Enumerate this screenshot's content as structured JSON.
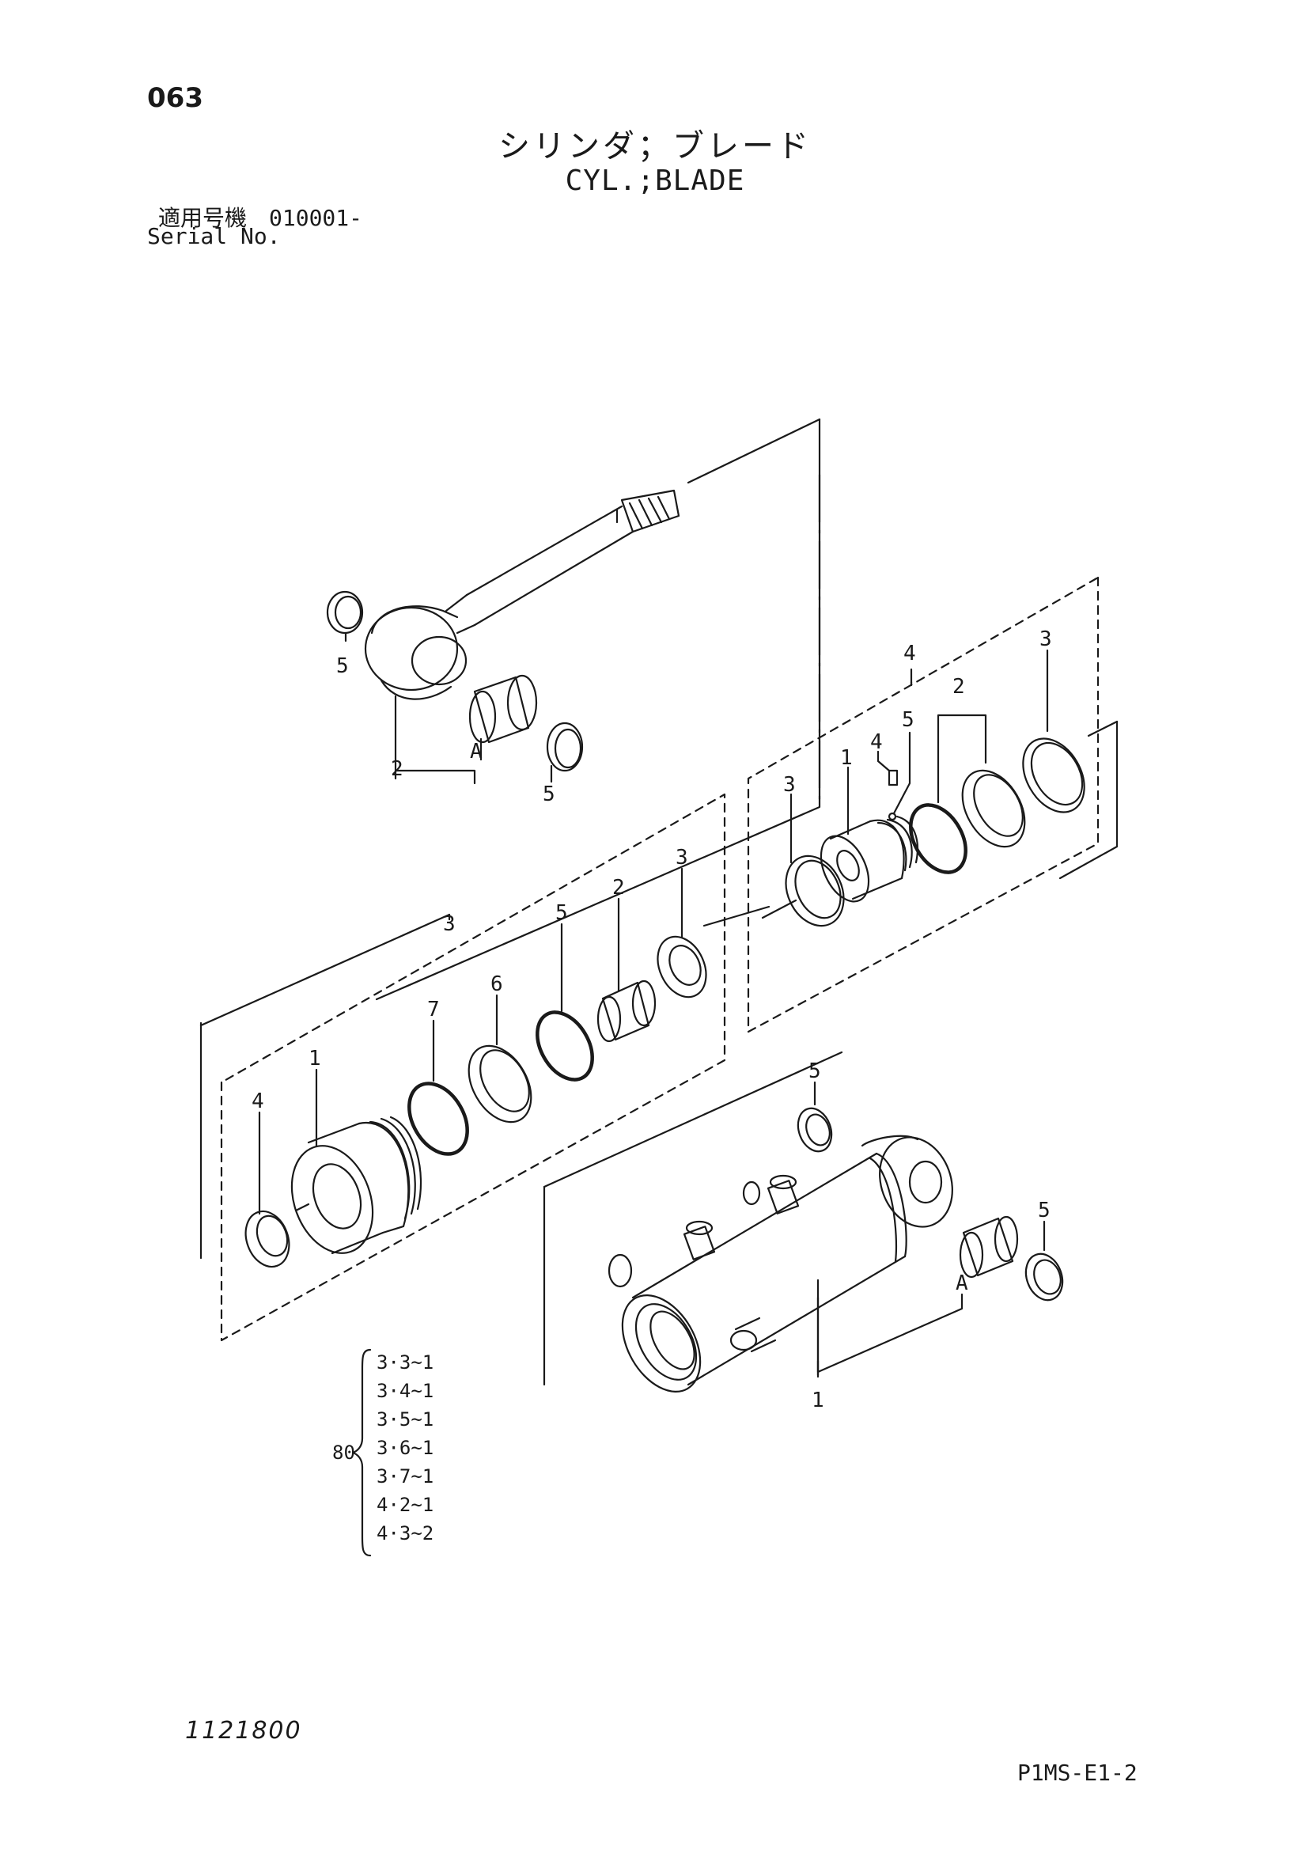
{
  "page": {
    "number": "063",
    "title_jp": "シリンダ；ブレード",
    "title_en": "CYL.;BLADE",
    "serial_jp": "適用号機　010001-",
    "serial_en": "Serial No.",
    "drawing_no": "1121800",
    "sheet_code": "P1MS-E1-2"
  },
  "callouts": {
    "rod_seal_left": "5",
    "rod_group": "2",
    "rod_bushing": "A",
    "rod_seal_right": "5",
    "piston_kit": "4",
    "piston_ring_outer": "3",
    "piston_body": "1",
    "piston_pin": "4",
    "piston_pin_ball": "5",
    "piston_seal_pair": "2",
    "piston_wear_ring": "3",
    "head_kit": "3",
    "head_body": "1",
    "head_wiper": "4",
    "head_oring": "7",
    "head_backup": "6",
    "head_oring_small": "5",
    "head_bushing": "2",
    "head_rod_seal": "3",
    "tube_seal_top": "5",
    "tube_seal_right": "5",
    "tube_bushing": "A",
    "tube_body": "1"
  },
  "kit": {
    "number": "80",
    "items": [
      "3·3~1",
      "3·4~1",
      "3·5~1",
      "3·6~1",
      "3·7~1",
      "4·2~1",
      "4·3~2"
    ]
  },
  "colors": {
    "line": "#1a1a1a",
    "background": "#ffffff"
  }
}
